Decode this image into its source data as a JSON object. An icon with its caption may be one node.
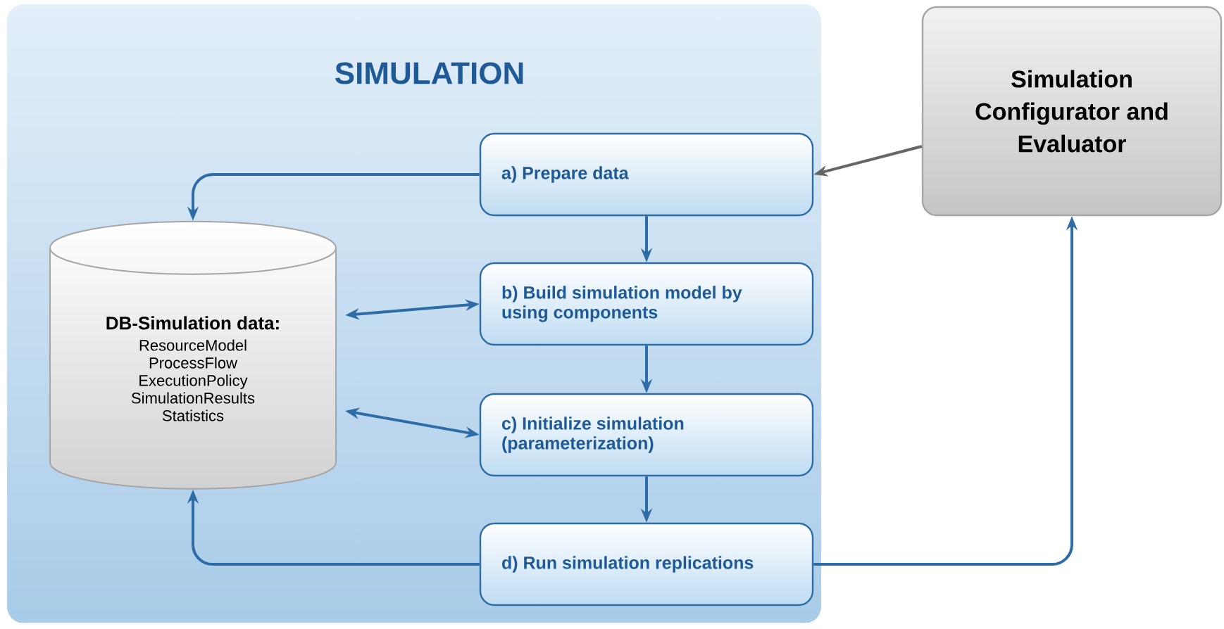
{
  "diagram": {
    "nodes": [
      {
        "text": [
          "SIMULATION"
        ]
      },
      {
        "text": [
          "DB-Simulation data:",
          "ResourceModel ProcessFlow ExecutionPolicy SimulationResults Statistics"
        ],
        "in": 0
      },
      {
        "text": [
          "a) Prepare data"
        ],
        "in": 0
      },
      {
        "text": [
          "b) Build simulation model by using components"
        ],
        "in": 0
      },
      {
        "text": [
          "c) Initialize simulation (parameterization)"
        ],
        "in": 0
      },
      {
        "text": [
          "d) Run simulation replications"
        ],
        "in": 0
      },
      {
        "text": [
          "Simulation Configurator and Evaluator"
        ]
      }
    ],
    "edges": [
      {
        "from": 2,
        "to": 1,
        "arrow": "to"
      },
      {
        "from": 1,
        "to": 3,
        "arrow": "both"
      },
      {
        "from": 1,
        "to": 4,
        "arrow": "both"
      },
      {
        "from": 5,
        "to": 1,
        "arrow": "to"
      },
      {
        "from": 2,
        "to": 3,
        "arrow": "to"
      },
      {
        "from": 3,
        "to": 4,
        "arrow": "to"
      },
      {
        "from": 4,
        "to": 5,
        "arrow": "to"
      },
      {
        "from": 6,
        "to": 2,
        "arrow": "to",
        "color": "#666666"
      },
      {
        "from": 5,
        "to": 6,
        "arrow": "to"
      }
    ]
  }
}
